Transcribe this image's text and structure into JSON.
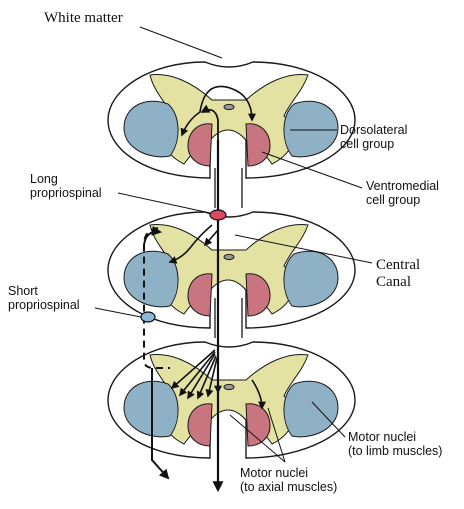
{
  "colors": {
    "white_matter": "#ffffff",
    "gray_matter": "#e3e2a3",
    "dorsolateral": "#8fb1c6",
    "ventromedial": "#c9757f",
    "outline": "#1a1a1a",
    "long_neuron": "#d94b5c",
    "short_neuron": "#8fb8d8"
  },
  "labels": {
    "white_matter": "White matter",
    "dorsolateral_1": "Dorsolateral",
    "dorsolateral_2": "cell group",
    "ventromedial_1": "Ventromedial",
    "ventromedial_2": "cell group",
    "long_1": "Long",
    "long_2": "propriospinal",
    "short_1": "Short",
    "short_2": "propriospinal",
    "central_1": "Central",
    "central_2": "Canal",
    "motor_limb_1": "Motor nuclei",
    "motor_limb_2": "(to limb muscles)",
    "motor_axial_1": "Motor nuclei",
    "motor_axial_2": "(to axial muscles)"
  }
}
